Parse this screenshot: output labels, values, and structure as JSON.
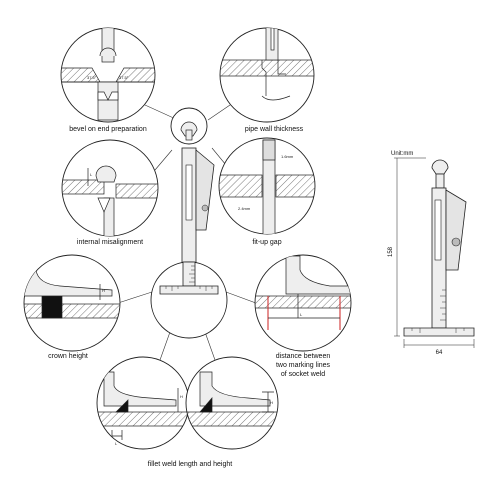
{
  "labels": {
    "bevel": "bevel on end preparation",
    "pipe_wall": "pipe wall thickness",
    "misalignment": "internal misalignment",
    "fitup": "fit-up gap",
    "crown": "crown height",
    "socket_line1": "distance between",
    "socket_line2": "two marking lines",
    "socket_line3": "of socket weld",
    "fillet": "fillet weld length and height"
  },
  "annotations": {
    "angle_left": "37.5°",
    "angle_right": "37.5°",
    "fitup_top": "1.6mm",
    "fitup_bottom": "2.4mm",
    "label_h": "H",
    "label_l": "L"
  },
  "spec": {
    "unit": "Unit:mm",
    "height": "158",
    "width": "64"
  },
  "colors": {
    "line": "#222222",
    "hatch": "#555555",
    "accent": "#cc2222",
    "fill": "#dddddd"
  }
}
